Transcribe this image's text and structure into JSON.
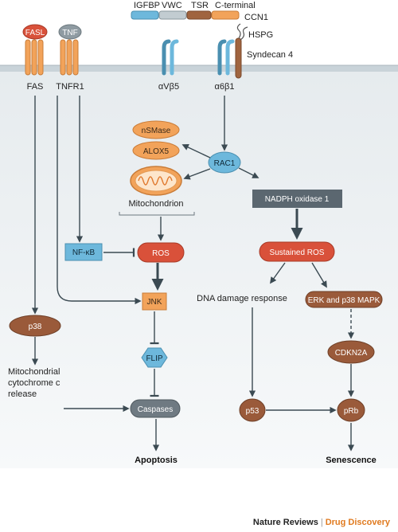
{
  "domain_structure": {
    "segments": [
      "IGFBP",
      "VWC",
      "TSR",
      "C-terminal"
    ],
    "name": "CCN1",
    "hspg": "HSPG",
    "syndecan": "Syndecan 4"
  },
  "receptors": {
    "fasl": "FASL",
    "tnf": "TNF",
    "fas": "FAS",
    "tnfr1": "TNFR1",
    "avb5": "αVβ5",
    "a6b1": "α6β1"
  },
  "nodes": {
    "nsmase": "nSMase",
    "alox5": "ALOX5",
    "mitochondrion": "Mitochondrion",
    "rac1": "RAC1",
    "nadph": "NADPH oxidase 1",
    "nfkb": "NF-κB",
    "ros": "ROS",
    "sustained_ros": "Sustained ROS",
    "dna_damage": "DNA damage response",
    "erk_p38": "ERK and p38 MAPK",
    "jnk": "JNK",
    "p38": "p38",
    "flip": "FLIP",
    "cdkn2a": "CDKN2A",
    "mito_cyto": [
      "Mitochondrial",
      "cytochrome c",
      "release"
    ],
    "caspases": "Caspases",
    "p53": "p53",
    "prb": "pRb",
    "apoptosis": "Apoptosis",
    "senescence": "Senescence"
  },
  "footer": {
    "publisher": "Nature Reviews",
    "separator": "|",
    "journal": "Drug Discovery"
  },
  "colors": {
    "orange": "#f2a35a",
    "blue": "#6db8dc",
    "red": "#d9513a",
    "brown": "#9a5a3a",
    "slate": "#5b6770",
    "grey_node": "#6f7a82",
    "cell_bg": "#eef1f3",
    "journal_orange": "#e07a1f"
  }
}
